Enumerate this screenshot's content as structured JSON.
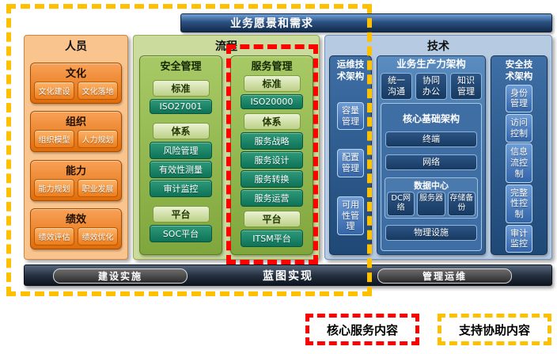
{
  "banner_top": "业务愿景和需求",
  "people": {
    "title": "人员",
    "groups": [
      {
        "label": "文化",
        "items": [
          "文化建设",
          "文化落地"
        ]
      },
      {
        "label": "组织",
        "items": [
          "组织模型",
          "人力规划"
        ]
      },
      {
        "label": "能力",
        "items": [
          "能力规划",
          "职业发展"
        ]
      },
      {
        "label": "绩效",
        "items": [
          "绩效评估",
          "绩效优化"
        ]
      }
    ]
  },
  "process": {
    "title": "流程",
    "columns": [
      {
        "title": "安全管理",
        "sections": [
          {
            "header": "标准",
            "items": [
              "ISO27001"
            ]
          },
          {
            "header": "体系",
            "items": [
              "风险管理",
              "有效性测量",
              "审计监控"
            ]
          },
          {
            "header": "平台",
            "items": [
              "SOC平台"
            ]
          }
        ]
      },
      {
        "title": "服务管理",
        "sections": [
          {
            "header": "标准",
            "items": [
              "ISO20000"
            ]
          },
          {
            "header": "体系",
            "items": [
              "服务战略",
              "服务设计",
              "服务转换",
              "服务运营"
            ]
          },
          {
            "header": "平台",
            "items": [
              "ITSM平台"
            ]
          }
        ]
      }
    ]
  },
  "technology": {
    "title": "技术",
    "ops": {
      "title": "运维技术架构",
      "items": [
        "容量管理",
        "配置管理",
        "可用性管理"
      ]
    },
    "productivity": {
      "title": "业务生产力架构",
      "top_items": [
        "统一沟通",
        "协同办公",
        "知识管理"
      ],
      "core": {
        "title": "核心基础架构",
        "rows": [
          "终端",
          "网络"
        ],
        "datacenter": {
          "title": "数据中心",
          "items": [
            "DC网络",
            "服务器",
            "存储备份"
          ]
        },
        "bottom": "物理设施"
      }
    },
    "security": {
      "title": "安全技术架构",
      "items": [
        "身份管理",
        "访问控制",
        "信息流控制",
        "完整性控制",
        "审计监控"
      ]
    }
  },
  "bottom": {
    "label": "蓝图实现",
    "buttons": [
      "建设实施",
      "管理运维"
    ]
  },
  "legend": [
    {
      "label": "核心服务内容",
      "border_color": "#FF0000"
    },
    {
      "label": "支持协助内容",
      "border_color": "#FFC000"
    }
  ],
  "colors": {
    "people_orange": "#E8731A",
    "process_green": "#8FB445",
    "process_item_teal": "#15826B",
    "technology_blue": "#3465A8",
    "technology_navy": "#1F3A63",
    "banner_navy": "#1B3A63",
    "core_outline_red": "#FF0000",
    "support_outline_yellow": "#FFC000"
  }
}
